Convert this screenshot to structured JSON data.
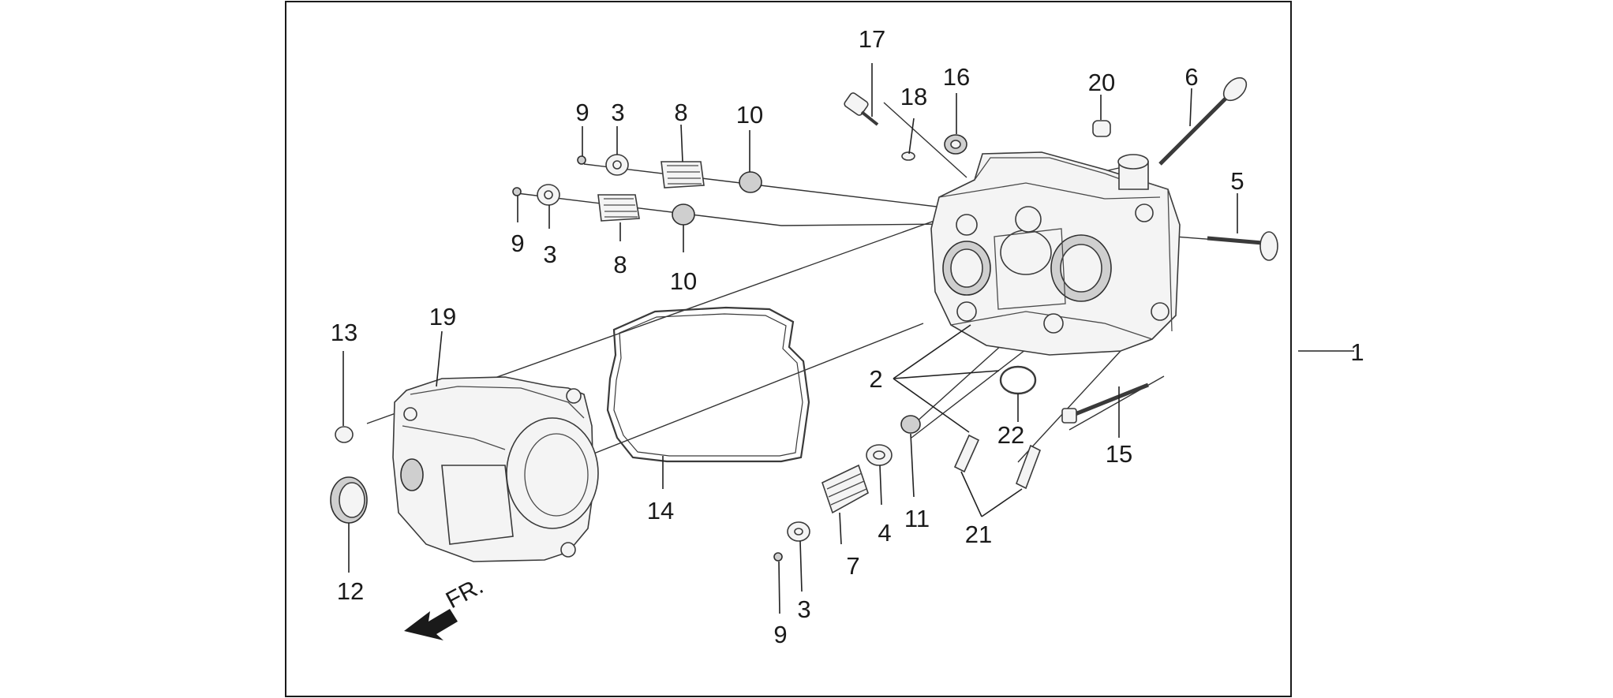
{
  "diagram": {
    "front_indicator": "FR.",
    "callouts": [
      {
        "id": "c17",
        "text": "17"
      },
      {
        "id": "c16",
        "text": "16"
      },
      {
        "id": "c18",
        "text": "18"
      },
      {
        "id": "c20",
        "text": "20"
      },
      {
        "id": "c6",
        "text": "6"
      },
      {
        "id": "c9a",
        "text": "9"
      },
      {
        "id": "c3a",
        "text": "3"
      },
      {
        "id": "c8a",
        "text": "8"
      },
      {
        "id": "c10a",
        "text": "10"
      },
      {
        "id": "c5",
        "text": "5"
      },
      {
        "id": "c9b",
        "text": "9"
      },
      {
        "id": "c3b",
        "text": "3"
      },
      {
        "id": "c8b",
        "text": "8"
      },
      {
        "id": "c10b",
        "text": "10"
      },
      {
        "id": "c13",
        "text": "13"
      },
      {
        "id": "c19",
        "text": "19"
      },
      {
        "id": "c1",
        "text": "1"
      },
      {
        "id": "c2",
        "text": "2"
      },
      {
        "id": "c22",
        "text": "22"
      },
      {
        "id": "c15",
        "text": "15"
      },
      {
        "id": "c11",
        "text": "11"
      },
      {
        "id": "c4",
        "text": "4"
      },
      {
        "id": "c14",
        "text": "14"
      },
      {
        "id": "c21",
        "text": "21"
      },
      {
        "id": "c7",
        "text": "7"
      },
      {
        "id": "c12",
        "text": "12"
      },
      {
        "id": "c3c",
        "text": "3"
      },
      {
        "id": "c9c",
        "text": "9"
      }
    ]
  }
}
